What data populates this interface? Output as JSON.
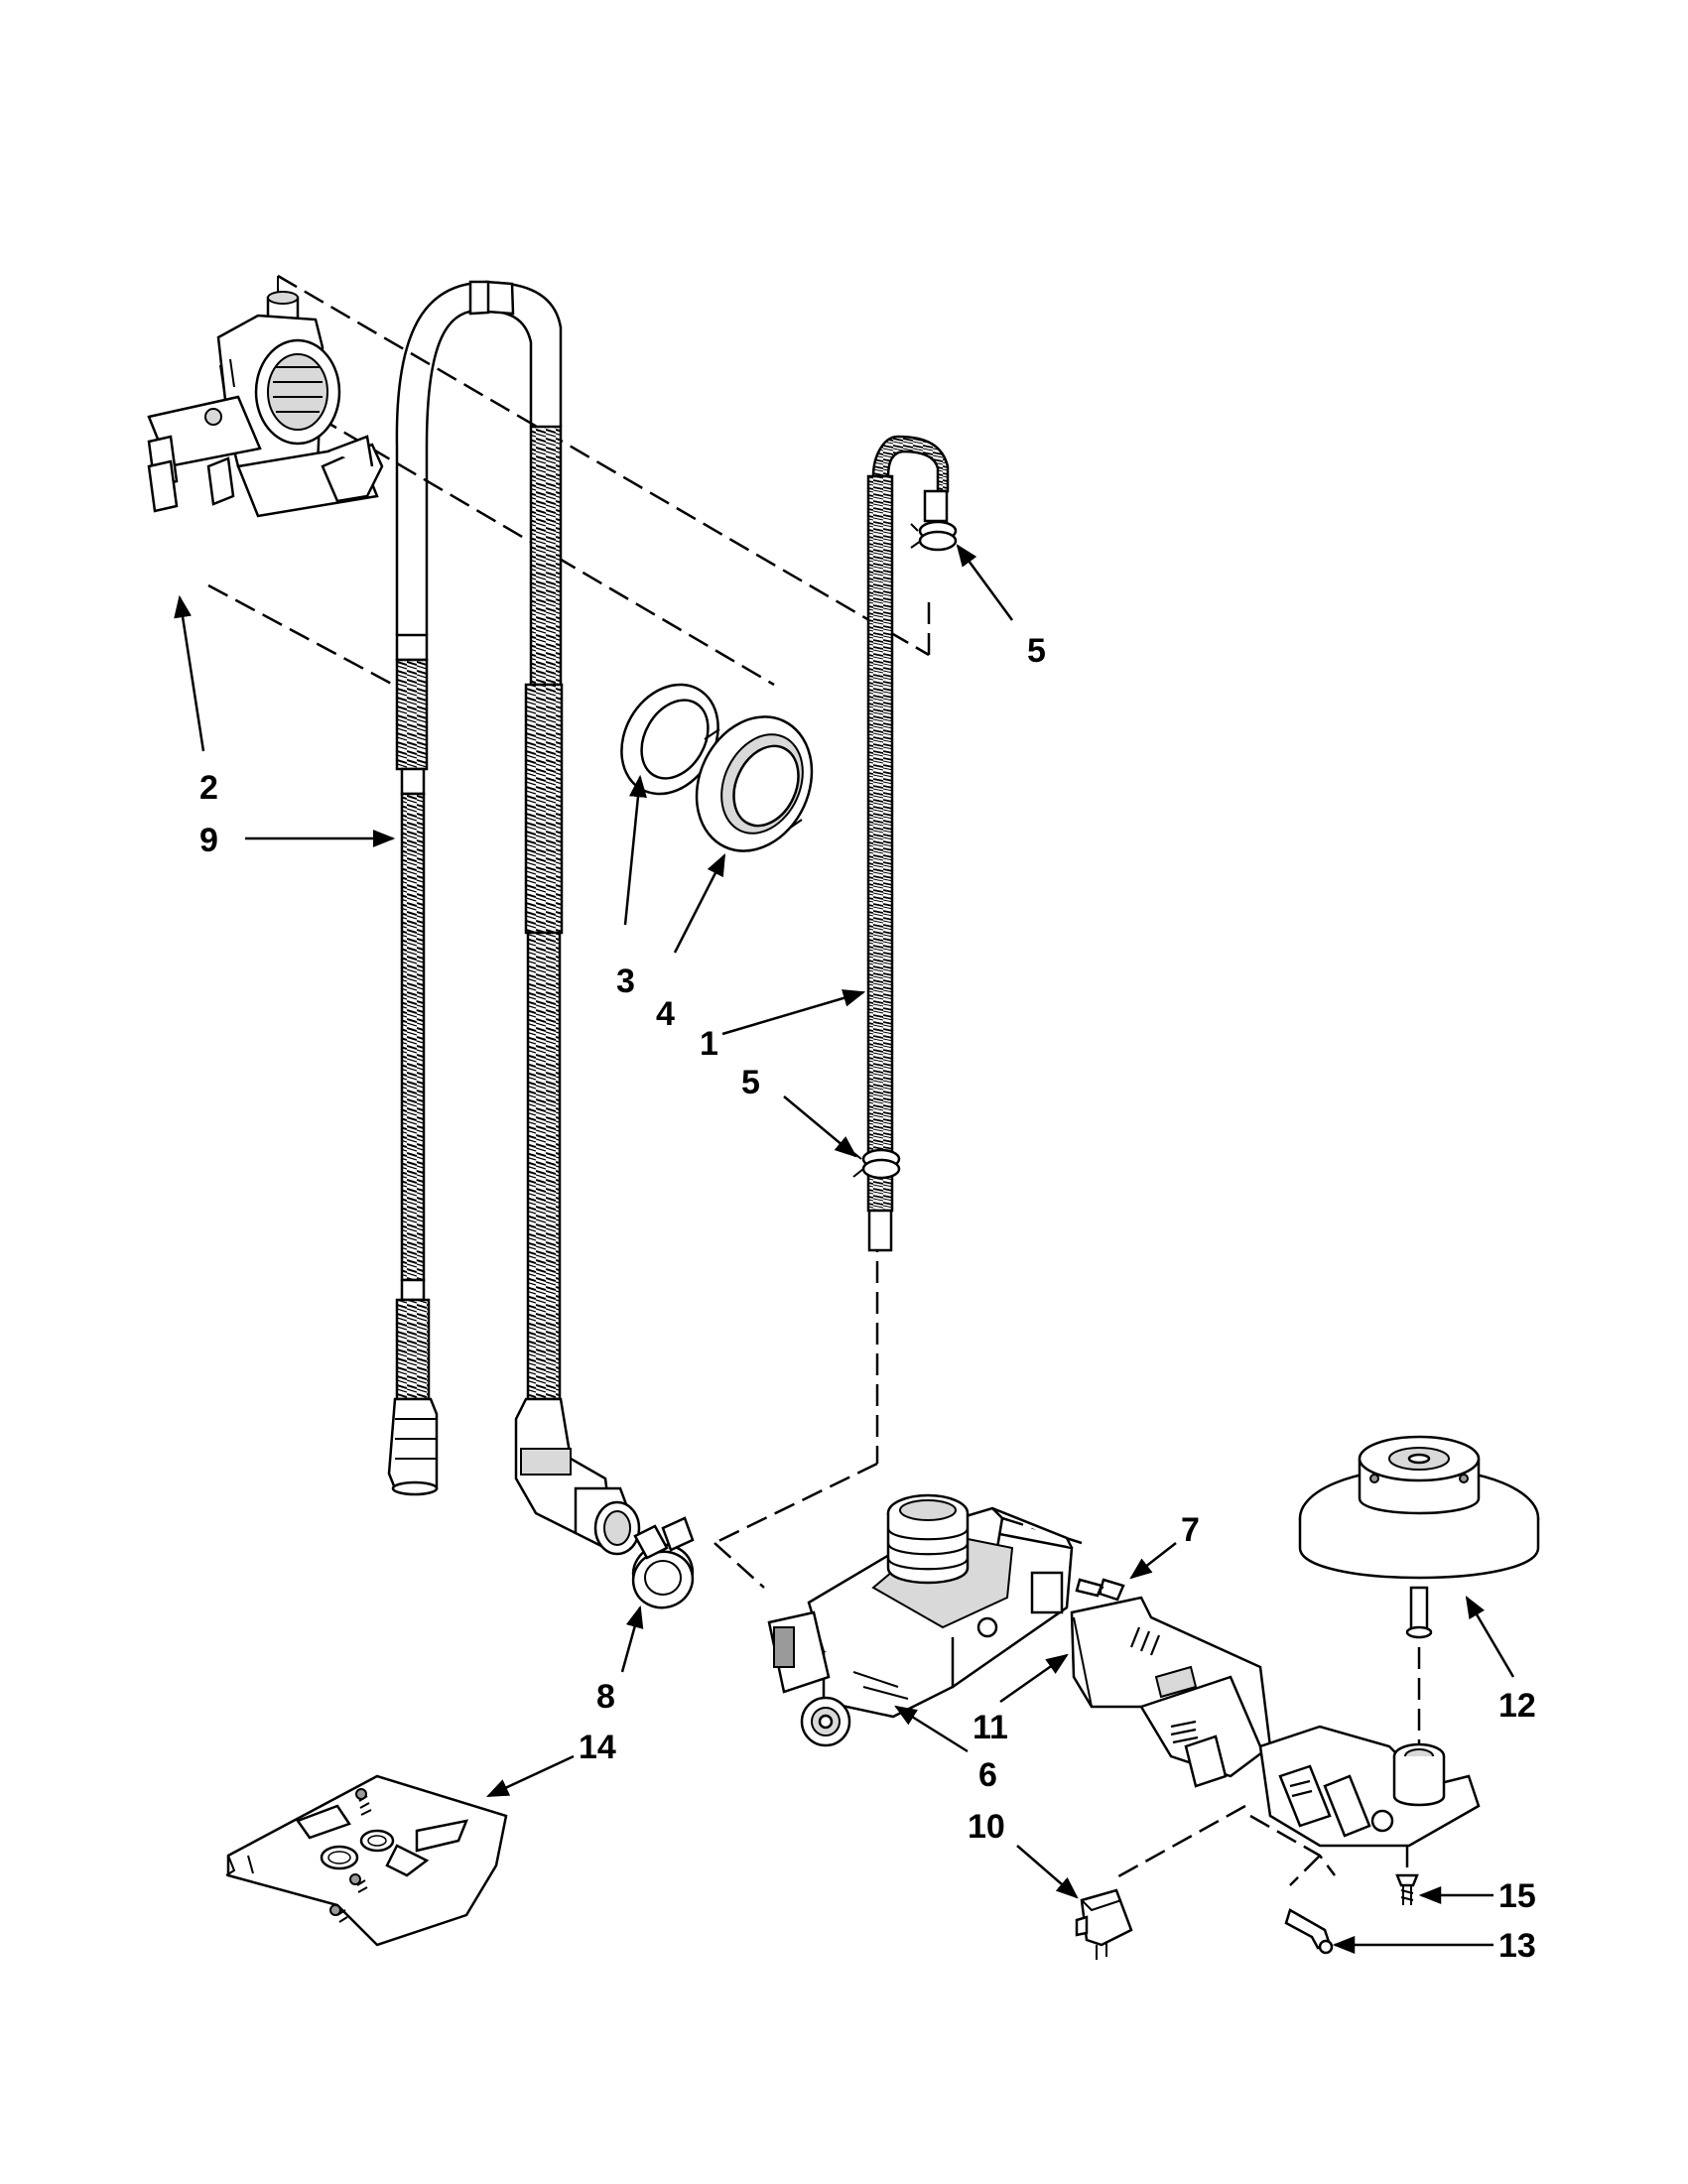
{
  "diagram": {
    "callouts": {
      "p1": "1",
      "p2": "2",
      "p3": "3",
      "p4": "4",
      "p5_top": "5",
      "p5_mid": "5",
      "p6": "6",
      "p7": "7",
      "p8": "8",
      "p9": "9",
      "p10": "10",
      "p11": "11",
      "p12": "12",
      "p13": "13",
      "p14": "14",
      "p15": "15"
    }
  }
}
